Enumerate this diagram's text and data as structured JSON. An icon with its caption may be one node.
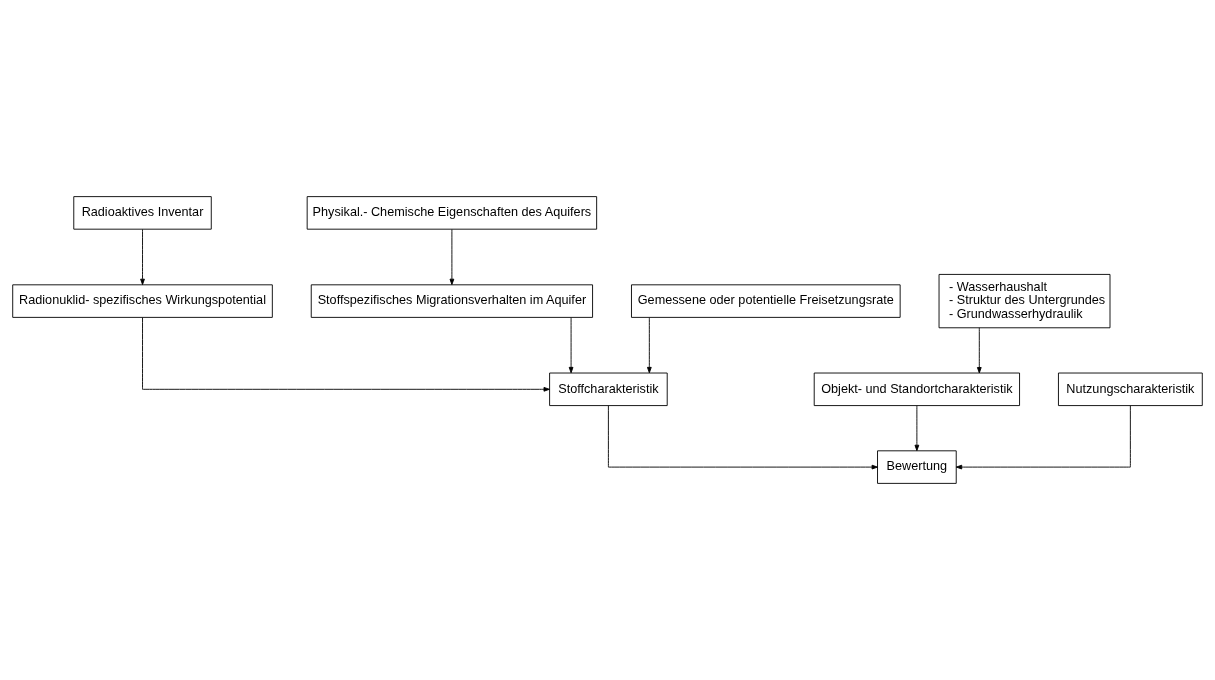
{
  "diagram": {
    "nodes": [
      {
        "text": [
          "Radioaktives Inventar"
        ]
      },
      {
        "text": [
          "Physikal.- Chemische Eigenschaften des Aquifers"
        ]
      },
      {
        "text": [
          "- Wasserhaushalt",
          "- Struktur des Untergrundes",
          "- Grundwasserhydraulik"
        ]
      },
      {
        "text": [
          "Radionuklid- spezifisches Wirkungspotential"
        ]
      },
      {
        "text": [
          "Stoffspezifisches Migrationsverhalten im Aquifer"
        ]
      },
      {
        "text": [
          "Gemessene oder potentielle Freisetzungsrate"
        ]
      },
      {
        "text": [
          "Stoffcharakteristik"
        ]
      },
      {
        "text": [
          "Objekt- und Standortcharakteristik"
        ]
      },
      {
        "text": [
          "Nutzungscharakteristik"
        ]
      },
      {
        "text": [
          "Bewertung"
        ]
      }
    ],
    "edges": [
      {
        "from": 0,
        "to": 3,
        "arrow": "to"
      },
      {
        "from": 1,
        "to": 4,
        "arrow": "to"
      },
      {
        "from": 2,
        "to": 7,
        "arrow": "to"
      },
      {
        "from": 3,
        "to": 6,
        "arrow": "to"
      },
      {
        "from": 4,
        "to": 6,
        "arrow": "to"
      },
      {
        "from": 5,
        "to": 6,
        "arrow": "to"
      },
      {
        "from": 6,
        "to": 9,
        "arrow": "to"
      },
      {
        "from": 7,
        "to": 9,
        "arrow": "to"
      },
      {
        "from": 8,
        "to": 9,
        "arrow": "to"
      }
    ]
  }
}
